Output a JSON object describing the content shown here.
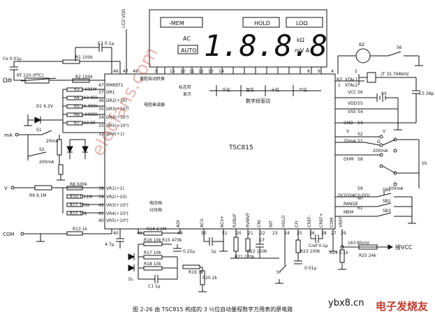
{
  "display": {
    "mem": "-MEM",
    "hold": "HOLD",
    "lo": "LOΩ",
    "ac": "AC",
    "auto": "AUTO",
    "digits": "1.8.8.8",
    "unit_k": "kΩ",
    "unit_m": "mV A"
  },
  "chip": {
    "name": "TSC815",
    "region_range": "量程自动转换",
    "region_marker": "标志符",
    "region_marker2": "显示",
    "region_attenuator": "电阻衰减器",
    "region_voltage": "电压档",
    "region_divider": "分压档",
    "region_digit_drive": "数字段驱动",
    "digit_places": [
      "千位",
      "百位",
      "十位",
      "个位"
    ],
    "left_pins": [
      {
        "pin": "47",
        "label": "RMREF1"
      },
      {
        "pin": "37",
        "label": "ΩR1"
      },
      {
        "pin": "36",
        "label": "ΩR2(÷10)"
      },
      {
        "pin": "35",
        "label": "ΩR3(÷10²)"
      },
      {
        "pin": "34",
        "label": "ΩR4(÷10³)"
      },
      {
        "pin": "33",
        "label": "ΩR5(÷10⁴)"
      },
      {
        "pin": "32",
        "label": "ΩR6(÷1)"
      },
      {
        "pin": "38",
        "label": "VR1(÷1)"
      },
      {
        "pin": "39",
        "label": "VR2(÷10)"
      },
      {
        "pin": "42",
        "label": "VR3(÷10²)"
      },
      {
        "pin": "41",
        "label": "VR4(÷10³)"
      },
      {
        "pin": "40",
        "label": "VR5(÷10⁴)"
      }
    ],
    "right_pins": [
      {
        "pin": "4",
        "label": "BZ"
      },
      {
        "pin": "2",
        "label": "XTAL1"
      },
      {
        "pin": "1",
        "label": "XTAL2"
      },
      {
        "pin": "56",
        "label": "VCC"
      },
      {
        "pin": "55",
        "label": "VDD"
      },
      {
        "pin": "54",
        "label": "VSS"
      },
      {
        "pin": "53",
        "label": "GND"
      },
      {
        "pin": "52",
        "label": "V"
      },
      {
        "pin": "51",
        "label": "20mA"
      },
      {
        "pin": "58",
        "label": "OHM"
      },
      {
        "pin": "59",
        "label": "DC(Ω)/AC(LOΩ)"
      },
      {
        "pin": "60",
        "label": "RANGE"
      },
      {
        "pin": "61",
        "label": "MEM"
      }
    ],
    "bottom_pins": [
      "ADI",
      "ACV-",
      "ACV+",
      "R2BUF",
      "RVIBVF",
      "CNI",
      "INT",
      "HOLD",
      "CFI",
      "CREF-",
      "CREF+",
      "COM",
      "VREF"
    ],
    "bottom_numbers": [
      "40",
      "48",
      "49",
      "50",
      "51",
      "20",
      "21",
      "22",
      "23",
      "24",
      "25",
      "26",
      "28",
      "27",
      "29"
    ],
    "top_pins": [
      "46",
      "47",
      "48",
      "3",
      "15",
      "10",
      "11",
      "12",
      "13",
      "14",
      "8",
      "9"
    ]
  },
  "components": {
    "c_top": "C1 0.1μ",
    "r_top": "R1 100k",
    "cx": "Cx 0.01μ",
    "rptc": "RT 220 (PTC)",
    "r2": "R2 100k",
    "r3": "R3",
    "r_vals": [
      "R3 1.635M",
      "R4 163.85k",
      "R5 16.385k",
      "R6 1.6385k",
      "R7 163.85"
    ],
    "d_zener": "D1 6.2V",
    "s1": "S1",
    "s2": "S2",
    "ma": "mA",
    "ma200": "200mA",
    "ma20": "20mA",
    "v_label": "V",
    "r_v1": "R8 500k",
    "r_v2": "R9 9.1M",
    "r_v3": "R10 1.11M",
    "r_v4": "R11 101k",
    "r_v5": "R12 10k",
    "r_com": "R13 1k",
    "com": "COM",
    "c_adi": "4.7μ",
    "r_22m": "R14 2.2M",
    "r_470k": "R15 470k",
    "r_10k_a": "R16 10k",
    "c_022": "0.22μ",
    "r_10k_b": "R17 10k",
    "r_10k_c": "R18 10k",
    "c1u": "C1 1μ",
    "r_3k": "R19 3k",
    "r_2k": "R20 2k",
    "c_1u": "1μ",
    "r_220k": "R21 220k",
    "r_150k": "R22 150k",
    "c_f": "Cf",
    "r_100k": "R23 100k",
    "c_ref": "Cref 0.1μ",
    "c_001": "0.01μ",
    "r_51k": "R24 5.1k",
    "r_24k": "R25 24k",
    "v_ref": "163.85mV",
    "to_vcc": "接VCC",
    "bz": "BZ",
    "s6": "S6",
    "jt": "JT 32.768kHz",
    "c_9v": "9V",
    "c_28p": "C5 28p",
    "lcd_vdd": "LCD VDD",
    "sb1": "SB1",
    "sb2": "SB2",
    "sb3": "SB3",
    "s_sel": "S5"
  },
  "caption": "图 2-26  由 TSC815 构成的 3 ½位自动量程数字万用表的原电路",
  "watermark": {
    "diag": "elecfans.com",
    "site": "ybx8.cn",
    "brand": "电子发烧友"
  }
}
